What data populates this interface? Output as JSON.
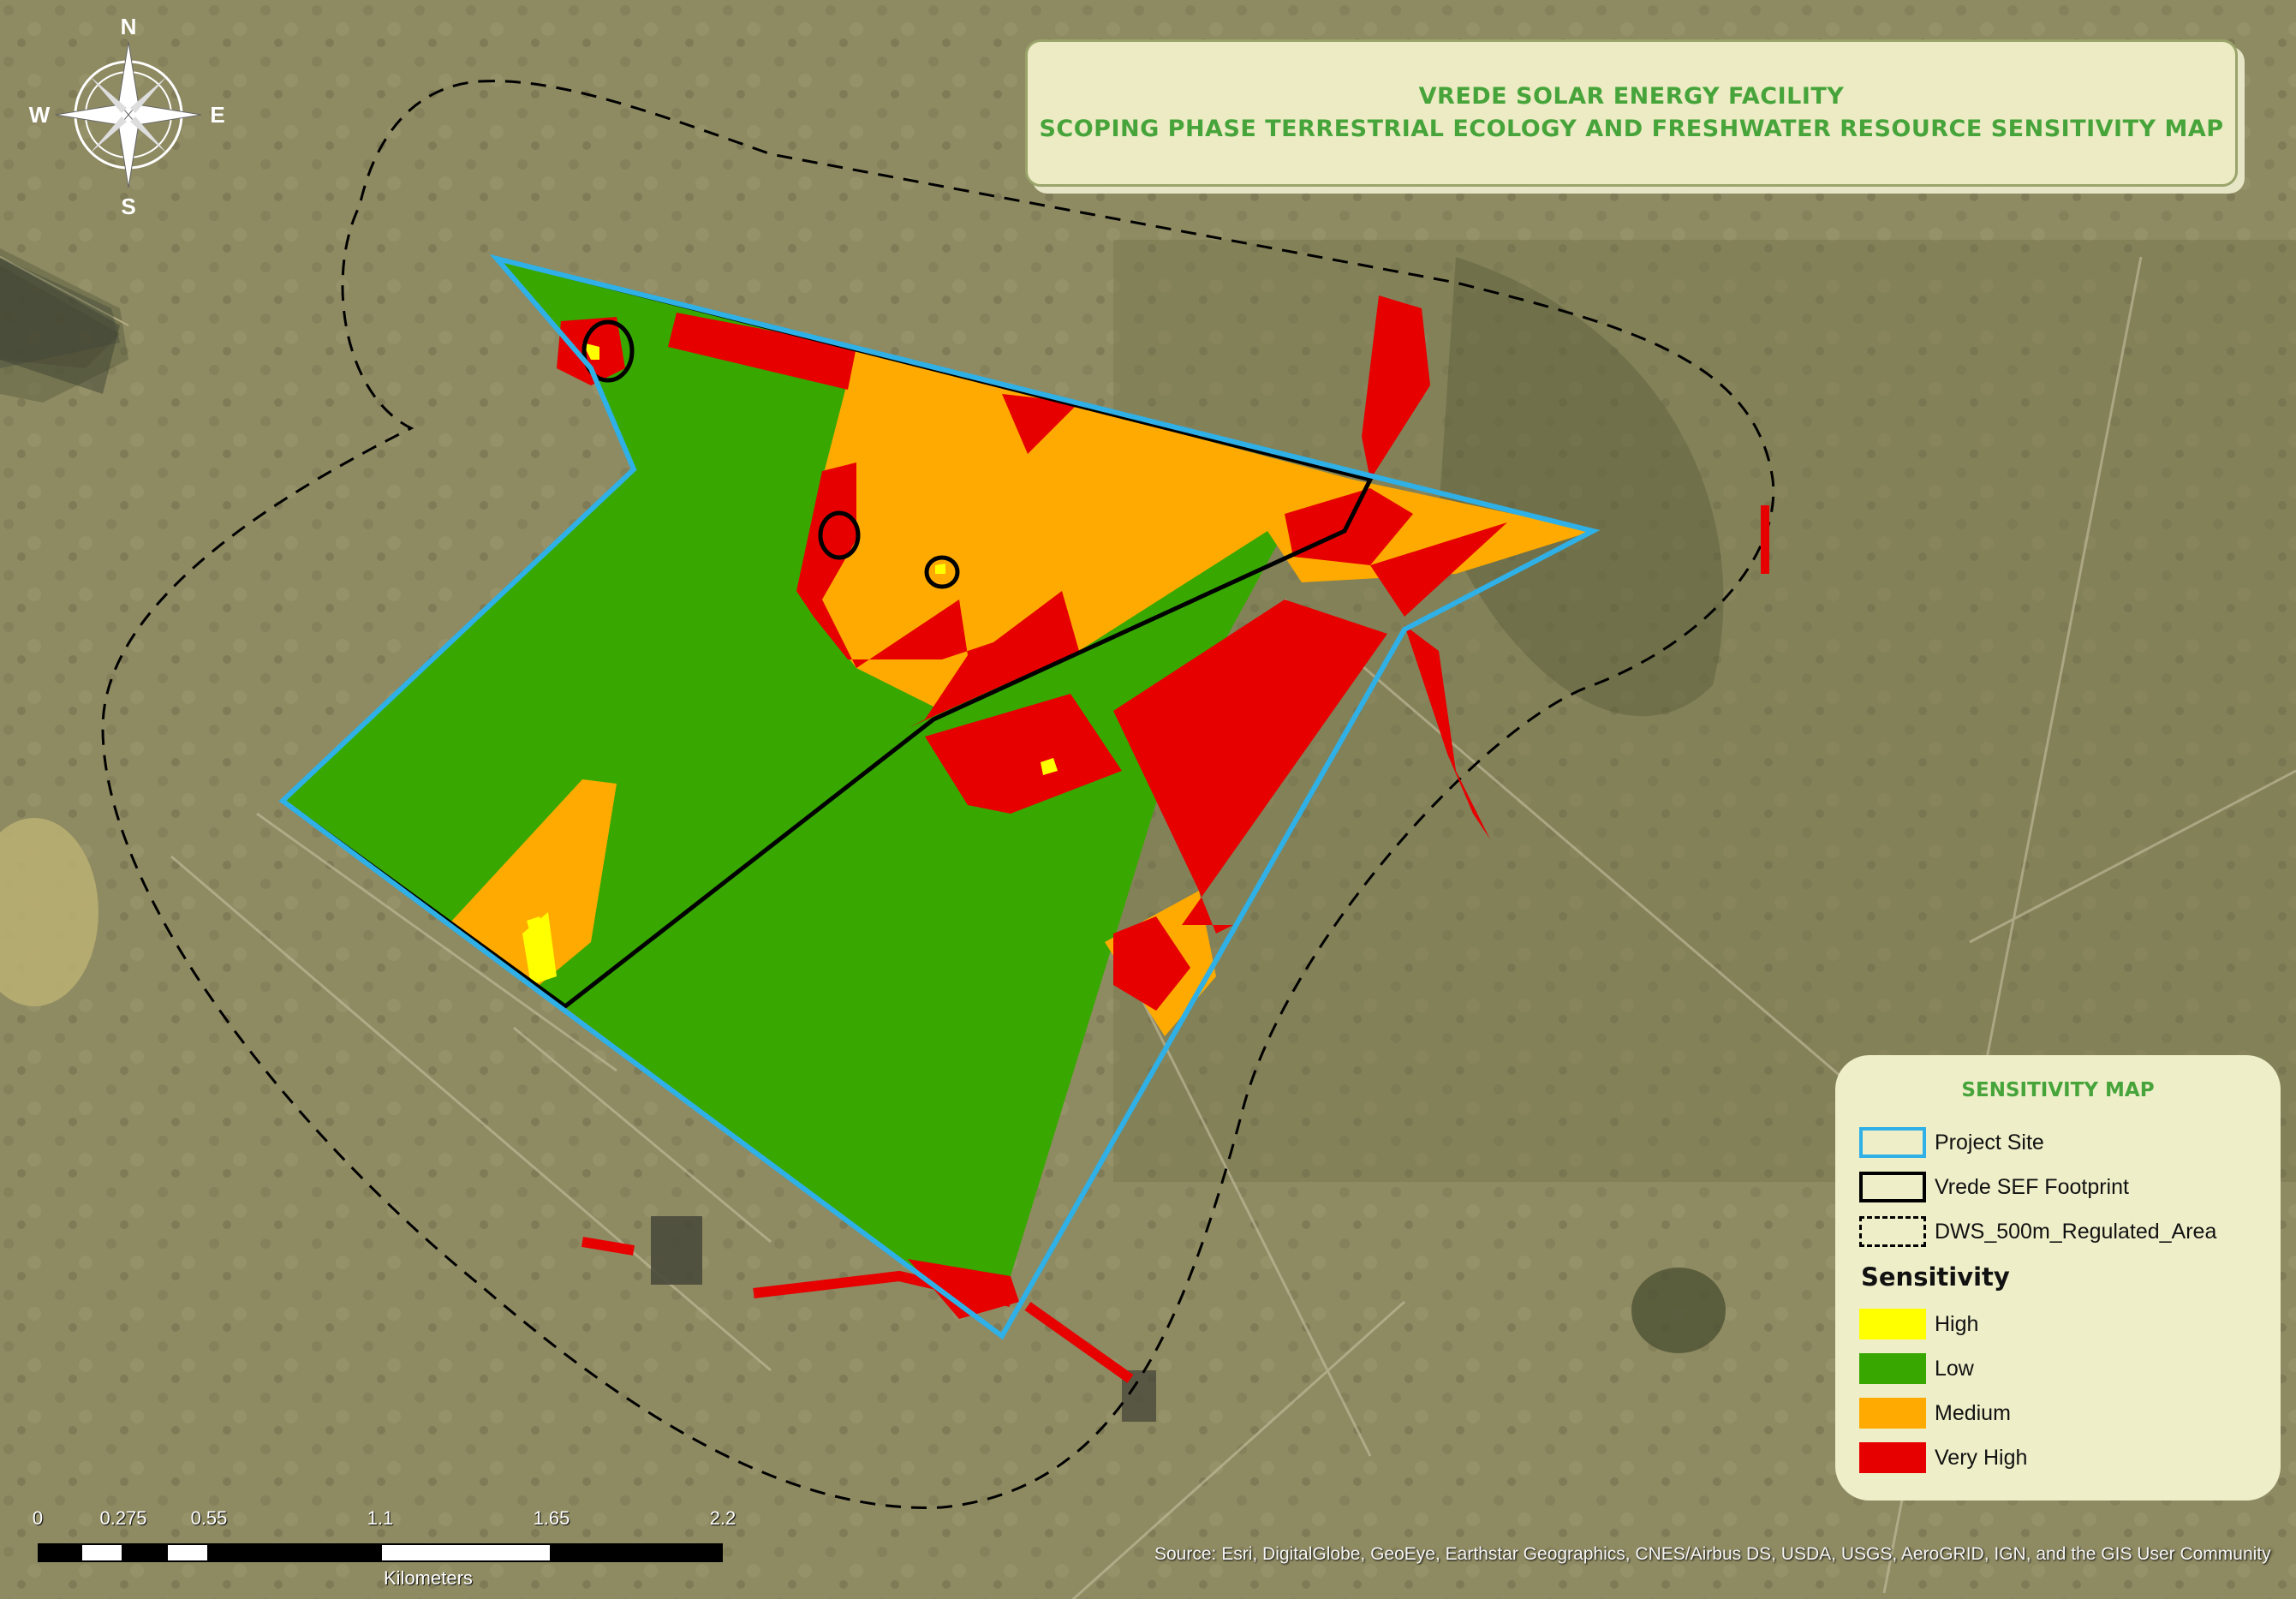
{
  "title": {
    "line1": "VREDE SOLAR ENERGY FACILITY",
    "line2": "SCOPING PHASE TERRESTRIAL ECOLOGY AND FRESHWATER RESOURCE SENSITIVITY MAP"
  },
  "compass": {
    "n": "N",
    "s": "S",
    "e": "E",
    "w": "W"
  },
  "legend": {
    "title": "SENSITIVITY MAP",
    "boundaries": [
      {
        "label": "Project Site",
        "style": "project"
      },
      {
        "label": "Vrede SEF Footprint",
        "style": "footprint"
      },
      {
        "label": "DWS_500m_Regulated_Area",
        "style": "regulated"
      }
    ],
    "sensitivity_heading": "Sensitivity",
    "classes": [
      {
        "label": "High",
        "color": "#ffff00"
      },
      {
        "label": "Low",
        "color": "#38a800"
      },
      {
        "label": "Medium",
        "color": "#ffaa00"
      },
      {
        "label": "Very High",
        "color": "#e60000"
      }
    ]
  },
  "colors": {
    "project_site": "#2fb0e6",
    "footprint": "#000000",
    "regulated": "#000000",
    "imagery_base": "#8e8a62"
  },
  "scale_bar": {
    "ticks": [
      "0",
      "0.275",
      "0.55",
      "1.1",
      "1.65",
      "2.2"
    ],
    "units": "Kilometers"
  },
  "credits": "Source: Esri, DigitalGlobe, GeoEye, Earthstar Geographics, CNES/Airbus DS, USDA, USGS, AeroGRID, IGN, and the GIS User Community"
}
